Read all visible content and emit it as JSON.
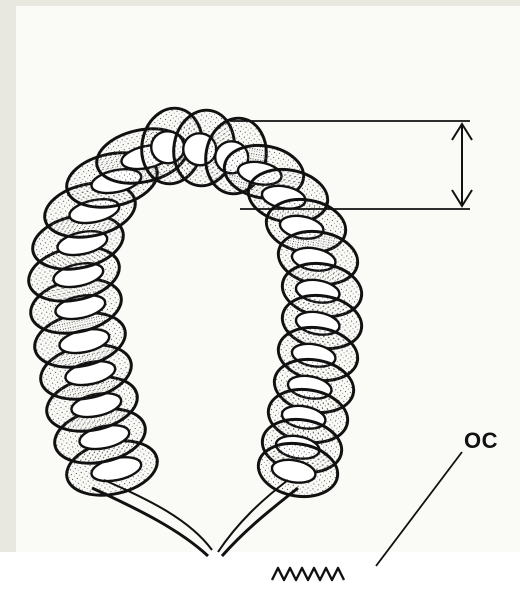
{
  "figure": {
    "label_oc": "OC"
  },
  "colors": {
    "ink": "#111111",
    "coil_fill": "#ffffff",
    "stipple": "#555555",
    "paper": "#fafaf7",
    "margin": "#e8e8e0"
  },
  "icons": {
    "double_arrow": "vertical-dimension-arrow-icon",
    "pointer": "leader-line",
    "wave": "wavy-line"
  }
}
